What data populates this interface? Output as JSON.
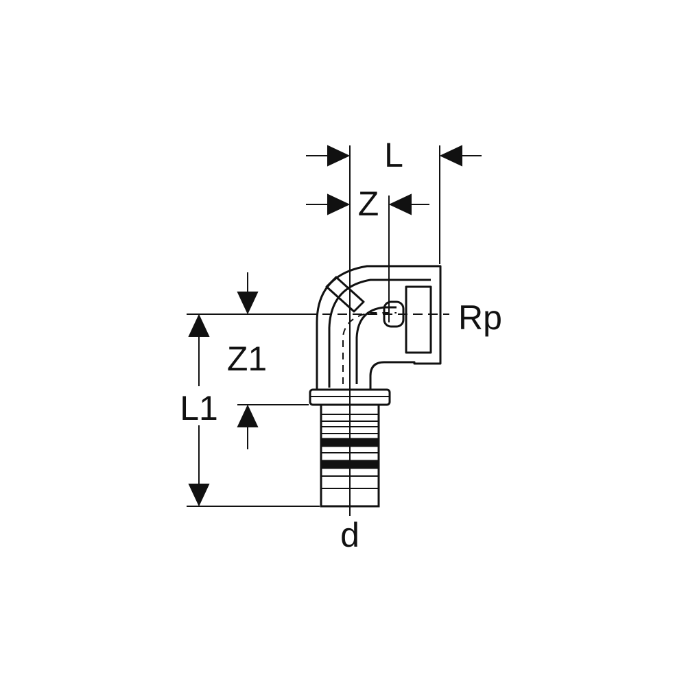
{
  "labels": {
    "L": "L",
    "Z": "Z",
    "Rp": "Rp",
    "Z1": "Z1",
    "L1": "L1",
    "d": "d"
  },
  "colors": {
    "stroke": "#111111",
    "background": "#ffffff"
  }
}
